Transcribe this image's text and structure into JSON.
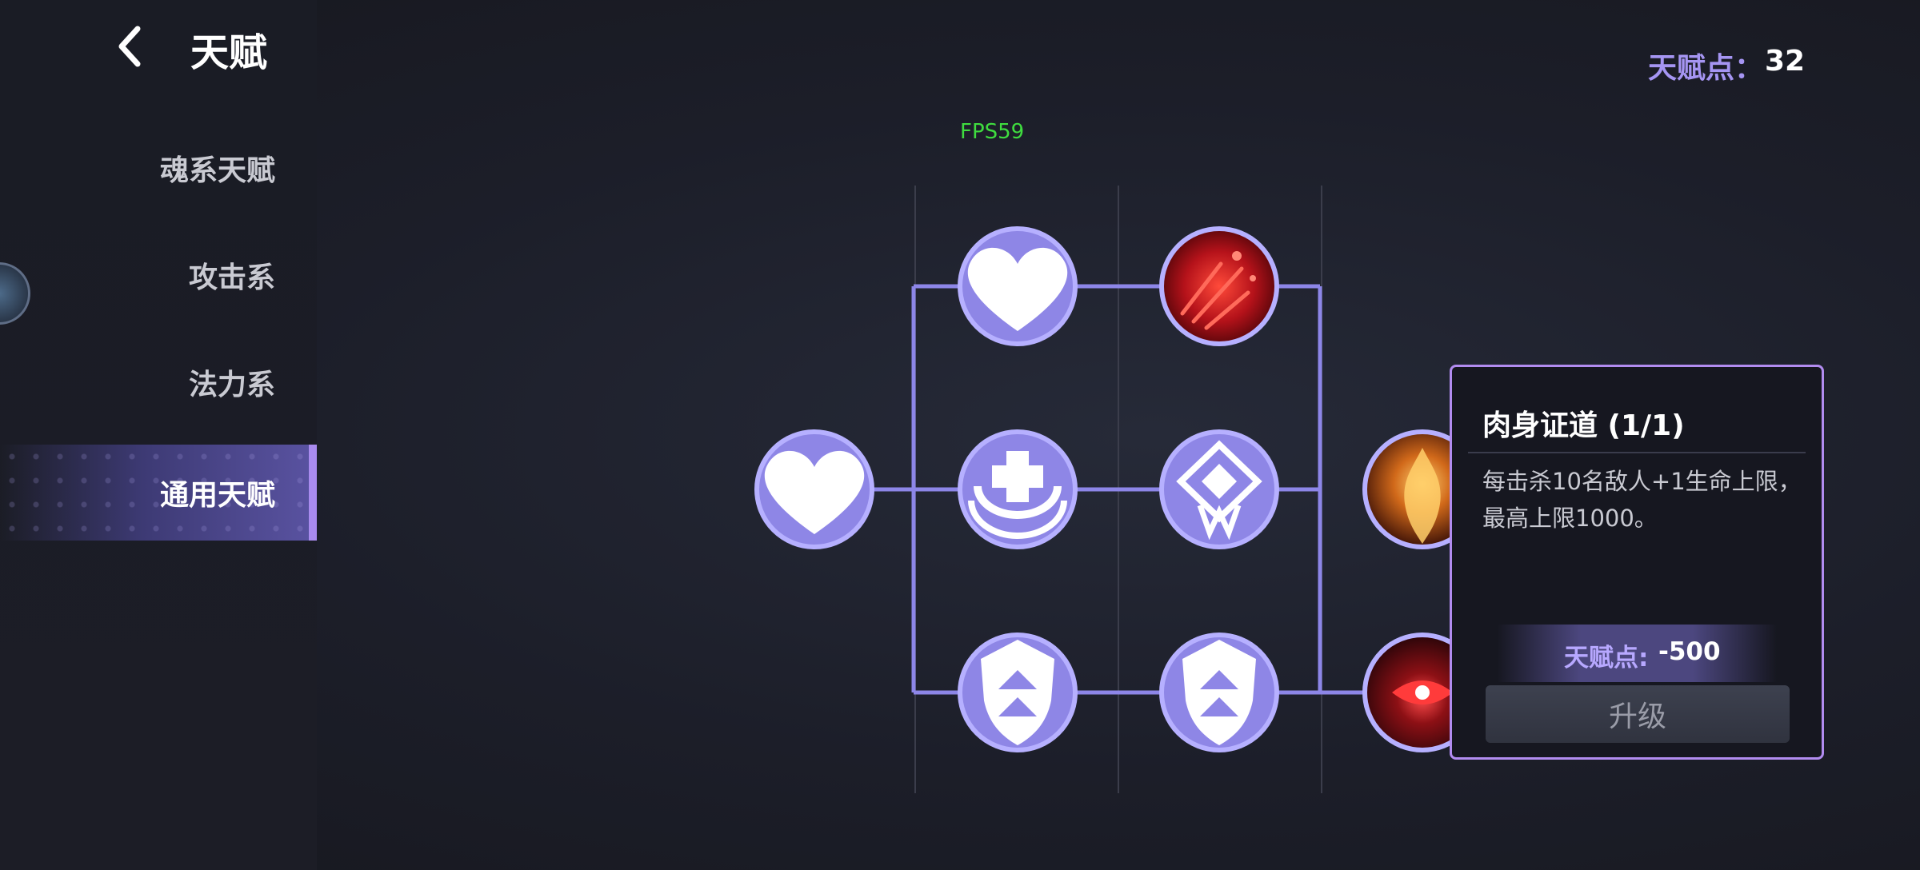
{
  "header": {
    "title": "天赋"
  },
  "sidebar": {
    "items": [
      {
        "label": "魂系天赋",
        "active": false
      },
      {
        "label": "攻击系",
        "active": false
      },
      {
        "label": "法力系",
        "active": false
      },
      {
        "label": "通用天赋",
        "active": true
      }
    ]
  },
  "talent_points": {
    "label": "天赋点：",
    "value": "32"
  },
  "fps": "FPS59",
  "tree": {
    "nodes": [
      {
        "name": "root-heart",
        "icon": "heart-icon"
      },
      {
        "name": "heart",
        "icon": "heart-icon"
      },
      {
        "name": "blood-burst",
        "icon": "blood-splash-icon"
      },
      {
        "name": "heal-ring",
        "icon": "heal-cross-icon"
      },
      {
        "name": "eye-emblem",
        "icon": "eye-emblem-icon"
      },
      {
        "name": "armor-shield-1",
        "icon": "shield-chevron-icon"
      },
      {
        "name": "armor-shield-2",
        "icon": "shield-chevron-icon"
      },
      {
        "name": "flesh-proof",
        "icon": "flame-warrior-icon"
      },
      {
        "name": "demon-mark",
        "icon": "demon-eye-icon"
      }
    ]
  },
  "popup": {
    "title": "肉身证道 (1/1)",
    "description": "每击杀10名敌人+1生命上限，最高上限1000。",
    "cost_label": "天赋点:",
    "cost_value": "-500",
    "upgrade_label": "升级"
  },
  "colors": {
    "accent": "#a98bef",
    "node_fill": "#8e86e6",
    "line": "#8d86e8",
    "fps_green": "#3fdc3f"
  }
}
